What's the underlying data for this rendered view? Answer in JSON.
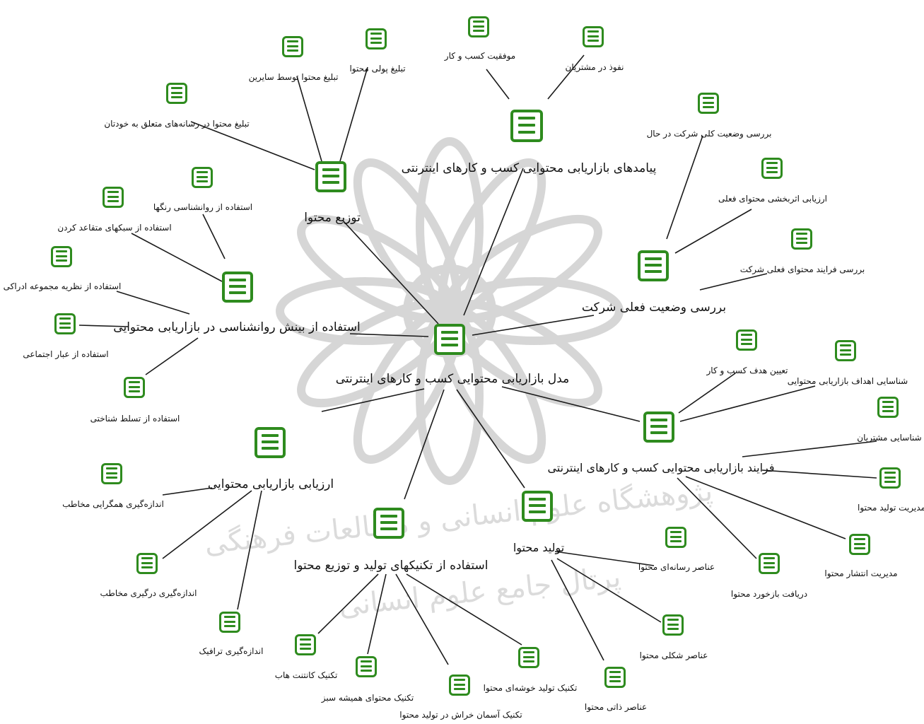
{
  "colors": {
    "icon": "#2e8b1e",
    "edge": "#1a1a1a",
    "watermark": "#b5b5b5"
  },
  "watermark": {
    "line1": "پژوهشگاه علوم انسانی و مطالعات فرهنگی",
    "line2": "پرتال جامع علوم انسانی"
  },
  "nodes": [
    {
      "id": "root",
      "label": "مدل بازاریابی محتوایی کسب و کارهای اینترنتی",
      "icon": "list-icon"
    },
    {
      "id": "tawzi",
      "label": "توزیع محتوا",
      "icon": "list-icon"
    },
    {
      "id": "payamad",
      "label": "پیامدهای بازاریابی محتوایی کسب و کارهای اینترنتی",
      "icon": "list-icon"
    },
    {
      "id": "barresi",
      "label": "بررسی وضعیت فعلی شرکت",
      "icon": "list-icon"
    },
    {
      "id": "ravan",
      "label": "استفاده از بینش روانشناسی در بازاریابی محتوایی",
      "icon": "list-icon"
    },
    {
      "id": "farayand",
      "label": "فرایند بازاریابی محتوایی کسب و کارهای اینترنتی",
      "icon": "list-icon"
    },
    {
      "id": "arzyabi",
      "label": "ارزیابی بازاریابی محتوایی",
      "icon": "list-icon"
    },
    {
      "id": "teknik",
      "label": "استفاده از تکنیکهای تولید و توزیع محتوا",
      "icon": "list-icon"
    },
    {
      "id": "tolid",
      "label": "تولید محتوا",
      "icon": "list-icon"
    },
    {
      "id": "l1",
      "label": "تبلیغ محتوا در رسانه‌های متعلق به خودتان",
      "icon": "list-icon"
    },
    {
      "id": "l2",
      "label": "تبلیغ محتوا توسط سایرین",
      "icon": "list-icon"
    },
    {
      "id": "l3",
      "label": "تبلیغ پولی محتوا",
      "icon": "list-icon"
    },
    {
      "id": "l4",
      "label": "موفقیت کسب و کار",
      "icon": "list-icon"
    },
    {
      "id": "l5",
      "label": "نفوذ در مشتریان",
      "icon": "list-icon"
    },
    {
      "id": "l6",
      "label": "بررسی وضعیت کلی شرکت در حال",
      "icon": "list-icon"
    },
    {
      "id": "l7",
      "label": "ارزیابی اثربخشی محتوای فعلی",
      "icon": "list-icon"
    },
    {
      "id": "l8",
      "label": "بررسی فرایند محتوای فعلی شرکت",
      "icon": "list-icon"
    },
    {
      "id": "l9",
      "label": "استفاده از روانشناسی رنگها",
      "icon": "list-icon"
    },
    {
      "id": "l10",
      "label": "استفاده از سبکهای متقاعد کردن",
      "icon": "list-icon"
    },
    {
      "id": "l11",
      "label": "استفاده از نظریه مجموعه ادراکی",
      "icon": "list-icon"
    },
    {
      "id": "l12",
      "label": "استفاده از عبار اجتماعی",
      "icon": "list-icon"
    },
    {
      "id": "l13",
      "label": "استفاده از تسلط شناختی",
      "icon": "list-icon"
    },
    {
      "id": "l14",
      "label": "تعیین هدف کسب و کار",
      "icon": "list-icon"
    },
    {
      "id": "l15",
      "label": "شناسایی اهداف بازاریابی محتوایی",
      "icon": "list-icon"
    },
    {
      "id": "l16",
      "label": "شناسایی مشتریان",
      "icon": "list-icon"
    },
    {
      "id": "l17",
      "label": "مدیریت تولید محتوا",
      "icon": "list-icon"
    },
    {
      "id": "l18",
      "label": "مدیریت انتشار محتوا",
      "icon": "list-icon"
    },
    {
      "id": "l19",
      "label": "دریافت بازخورد محتوا",
      "icon": "list-icon"
    },
    {
      "id": "l20",
      "label": "اندازه‌گیری همگرایی مخاطب",
      "icon": "list-icon"
    },
    {
      "id": "l21",
      "label": "اندازه‌گیری درگیری مخاطب",
      "icon": "list-icon"
    },
    {
      "id": "l22",
      "label": "اندازه‌گیری ترافیک",
      "icon": "list-icon"
    },
    {
      "id": "l23",
      "label": "تکنیک کانتنت هاب",
      "icon": "list-icon"
    },
    {
      "id": "l24",
      "label": "تکنیک محتوای همیشه سبز",
      "icon": "list-icon"
    },
    {
      "id": "l25",
      "label": "تکنیک آسمان خراش در تولید محتوا",
      "icon": "list-icon"
    },
    {
      "id": "l26",
      "label": "تکنیک تولید خوشه‌ای محتوا",
      "icon": "list-icon"
    },
    {
      "id": "l27",
      "label": "عناصر رسانه‌ای محتوا",
      "icon": "list-icon"
    },
    {
      "id": "l28",
      "label": "عناصر شکلی محتوا",
      "icon": "list-icon"
    },
    {
      "id": "l29",
      "label": "عناصر ذاتی محتوا",
      "icon": "list-icon"
    }
  ],
  "edges": [
    [
      "root",
      "tawzi"
    ],
    [
      "root",
      "payamad"
    ],
    [
      "root",
      "barresi"
    ],
    [
      "root",
      "ravan"
    ],
    [
      "root",
      "farayand"
    ],
    [
      "root",
      "arzyabi"
    ],
    [
      "root",
      "teknik"
    ],
    [
      "root",
      "tolid"
    ],
    [
      "tawzi",
      "l1"
    ],
    [
      "tawzi",
      "l2"
    ],
    [
      "tawzi",
      "l3"
    ],
    [
      "payamad",
      "l4"
    ],
    [
      "payamad",
      "l5"
    ],
    [
      "barresi",
      "l6"
    ],
    [
      "barresi",
      "l7"
    ],
    [
      "barresi",
      "l8"
    ],
    [
      "ravan",
      "l9"
    ],
    [
      "ravan",
      "l10"
    ],
    [
      "ravan",
      "l11"
    ],
    [
      "ravan",
      "l12"
    ],
    [
      "ravan",
      "l13"
    ],
    [
      "farayand",
      "l14"
    ],
    [
      "farayand",
      "l15"
    ],
    [
      "farayand",
      "l16"
    ],
    [
      "farayand",
      "l17"
    ],
    [
      "farayand",
      "l18"
    ],
    [
      "farayand",
      "l19"
    ],
    [
      "arzyabi",
      "l20"
    ],
    [
      "arzyabi",
      "l21"
    ],
    [
      "arzyabi",
      "l22"
    ],
    [
      "teknik",
      "l23"
    ],
    [
      "teknik",
      "l24"
    ],
    [
      "teknik",
      "l25"
    ],
    [
      "teknik",
      "l26"
    ],
    [
      "tolid",
      "l27"
    ],
    [
      "tolid",
      "l28"
    ],
    [
      "tolid",
      "l29"
    ]
  ]
}
